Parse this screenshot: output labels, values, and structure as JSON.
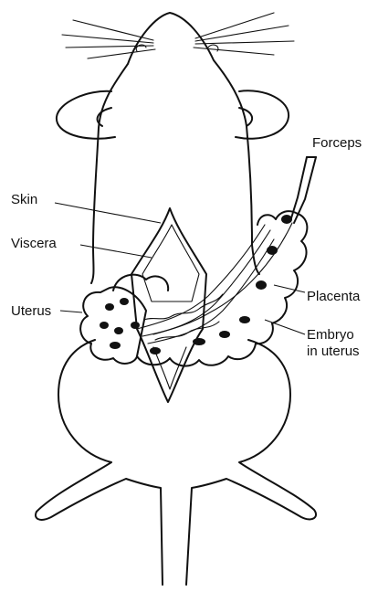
{
  "labels": {
    "forceps": "Forceps",
    "skin": "Skin",
    "viscera": "Viscera",
    "uterus": "Uterus",
    "placenta": "Placenta",
    "embryo_line1": "Embryo",
    "embryo_line2": "in uterus"
  },
  "colors": {
    "ink": "#111111",
    "background": "#ffffff"
  }
}
